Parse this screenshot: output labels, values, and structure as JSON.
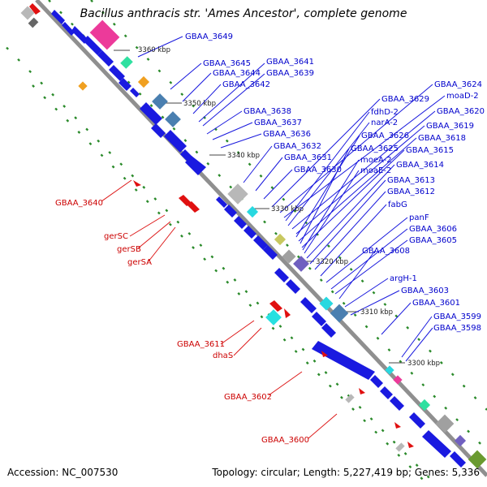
{
  "title": "Bacillus anthracis str. 'Ames Ancestor', complete genome",
  "footer": {
    "accession": "Accession: NC_007530",
    "summary": "Topology: circular; Length: 5,227,419 bp; Genes: 5,336"
  },
  "colors": {
    "backbone": "#8a8a8a",
    "forward_gene": "#1a1adf",
    "reverse_gene": "#e01010",
    "label_forward": "#0000cc",
    "label_reverse": "#cc0000",
    "dots": "#228822"
  },
  "scale_marks": [
    "3360 kbp",
    "3350 kbp",
    "3340 kbp",
    "3330 kbp",
    "3320 kbp",
    "3310 kbp",
    "3300 kbp"
  ],
  "forward_labels": [
    "GBAA_3649",
    "GBAA_3645",
    "GBAA_3641",
    "GBAA_3644",
    "GBAA_3639",
    "GBAA_3642",
    "GBAA_3638",
    "GBAA_3637",
    "GBAA_3636",
    "GBAA_3632",
    "GBAA_3631",
    "GBAA_3630",
    "GBAA_3629",
    "GBAA_3624",
    "moaD-2",
    "fdhD-2",
    "narA-2",
    "GBAA_3620",
    "GBAA_3619",
    "GBAA_3626",
    "GBAA_3618",
    "GBAA_3625",
    "GBAA_3615",
    "moeA-2",
    "moaE-2",
    "GBAA_3614",
    "GBAA_3613",
    "GBAA_3612",
    "fabG",
    "panF",
    "GBAA_3606",
    "GBAA_3605",
    "GBAA_3608",
    "argH-1",
    "GBAA_3603",
    "GBAA_3601",
    "GBAA_3599",
    "GBAA_3598"
  ],
  "reverse_labels": [
    "GBAA_3640",
    "gerSC",
    "gerSB",
    "gerSA",
    "GBAA_3611",
    "dhaS",
    "GBAA_3602",
    "GBAA_3600"
  ]
}
